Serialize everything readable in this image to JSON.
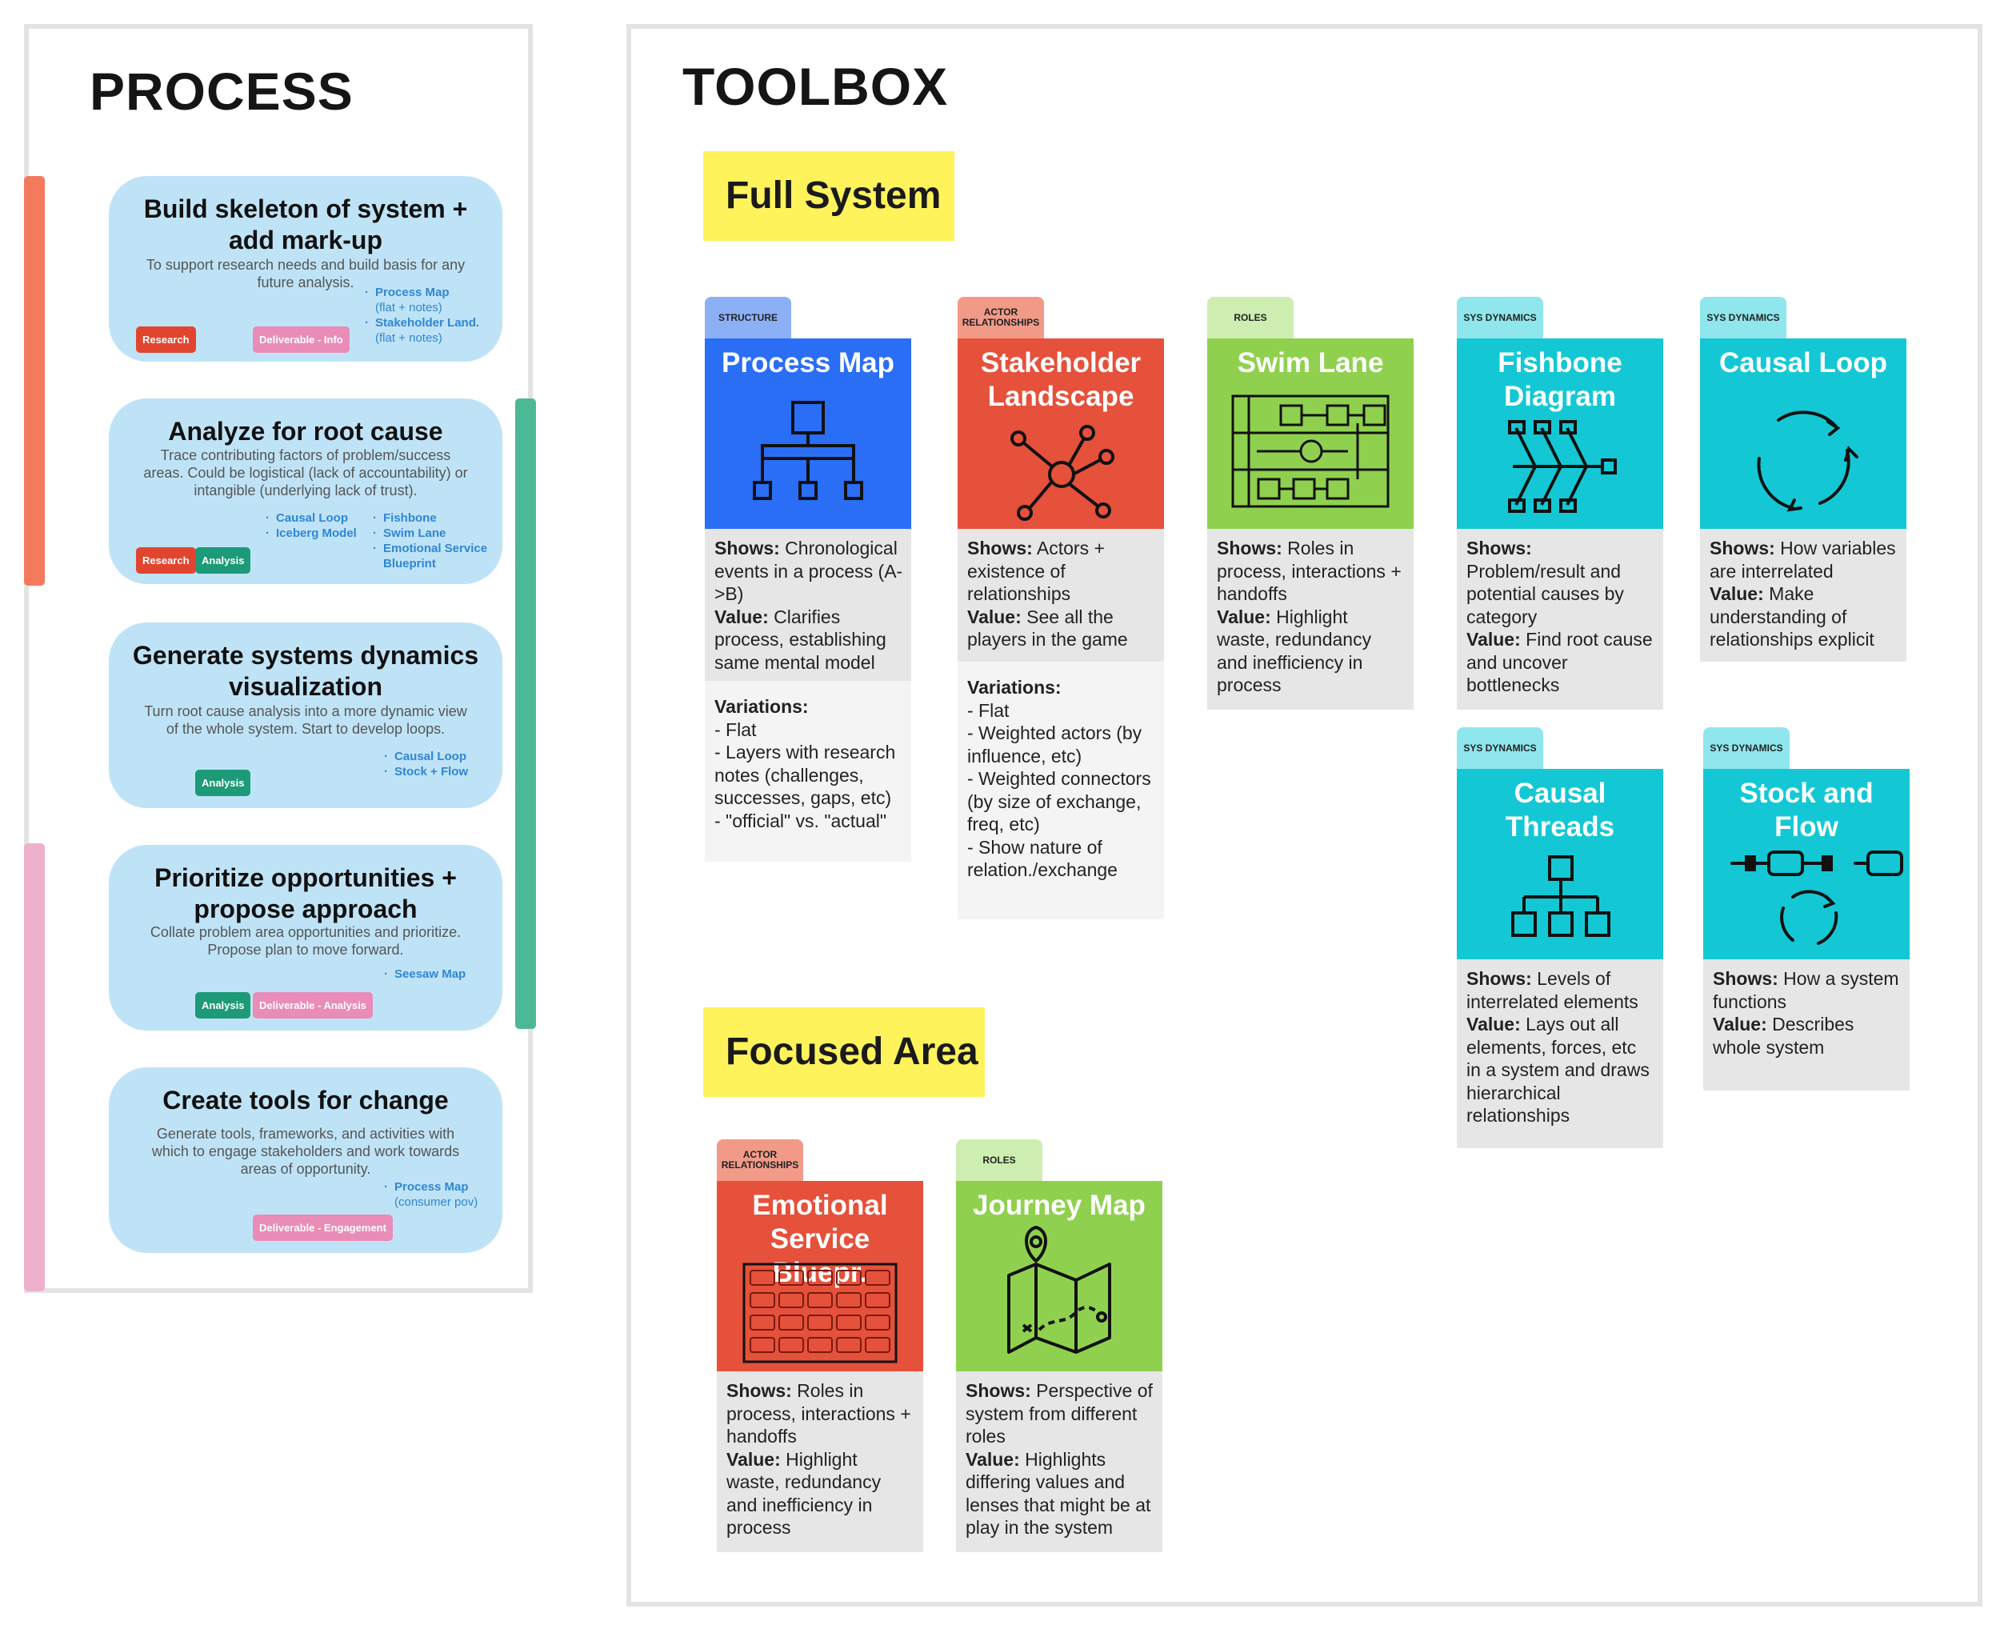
{
  "process": {
    "title": "PROCESS",
    "steps": [
      {
        "title": "Build skeleton of system + add mark-up",
        "desc": "To support research needs and build basis for any future analysis.",
        "links": [
          {
            "name": "Process Map",
            "note": "(flat + notes)"
          },
          {
            "name": "Stakeholder Land.",
            "note": "(flat + notes)"
          }
        ],
        "tags": [
          "Research",
          "Deliverable - Info"
        ]
      },
      {
        "title": "Analyze for root cause",
        "desc": "Trace contributing factors of problem/success areas. Could be logistical (lack of accountability) or intangible (underlying lack of trust).",
        "links_left": [
          "Causal Loop",
          "Iceberg Model"
        ],
        "links_right": [
          "Fishbone",
          "Swim Lane",
          "Emotional Service Blueprint"
        ],
        "tags": [
          "Research",
          "Analysis"
        ]
      },
      {
        "title": "Generate systems dynamics visualization",
        "desc": "Turn root cause analysis into a more dynamic view of the whole system. Start to develop loops.",
        "links": [
          "Causal Loop",
          "Stock + Flow"
        ],
        "tags": [
          "Analysis"
        ]
      },
      {
        "title": "Prioritize opportunities + propose approach",
        "desc": "Collate problem area opportunities and prioritize. Propose plan to move forward.",
        "links": [
          "Seesaw Map"
        ],
        "tags": [
          "Analysis",
          "Deliverable - Analysis"
        ]
      },
      {
        "title": "Create tools for change",
        "desc": "Generate tools, frameworks, and activities with which to engage stakeholders and work towards areas of opportunity.",
        "links": [
          {
            "name": "Process Map",
            "note": "(consumer pov)"
          }
        ],
        "tags": [
          "Deliverable - Engagement"
        ]
      }
    ]
  },
  "toolbox": {
    "title": "TOOLBOX",
    "sections": {
      "full": "Full System",
      "focused": "Focused Area"
    },
    "labels": {
      "shows": "Shows:",
      "value": "Value:",
      "variations": "Variations:"
    },
    "cards": {
      "process_map": {
        "category": "STRUCTURE",
        "title": "Process Map",
        "shows": "Chronological events in a process (A->B)",
        "value": "Clarifies process, establishing same mental model",
        "variations": [
          "- Flat",
          "- Layers with research notes (challenges, successes, gaps, etc)",
          "- \"official\" vs. \"actual\""
        ],
        "icon": "org-chart-icon"
      },
      "stakeholder": {
        "category": "ACTOR RELATIONSHIPS",
        "title": "Stakeholder Landscape",
        "shows": "Actors + existence of relationships",
        "value": "See all the players in the game",
        "variations": [
          "- Flat",
          "- Weighted actors (by influence, etc)",
          "- Weighted connectors (by size of exchange, freq, etc)",
          "- Show nature of relation./exchange"
        ],
        "icon": "hub-network-icon"
      },
      "swim_lane": {
        "category": "ROLES",
        "title": "Swim Lane",
        "shows": "Roles in process, interactions + handoffs",
        "value": "Highlight waste, redundancy and inefficiency in process",
        "icon": "swim-lane-icon"
      },
      "fishbone": {
        "category": "SYS DYNAMICS",
        "title": "Fishbone Diagram",
        "shows": "Problem/result and potential causes by category",
        "value": "Find root cause and uncover bottlenecks",
        "icon": "fishbone-icon"
      },
      "causal_loop": {
        "category": "SYS DYNAMICS",
        "title": "Causal Loop",
        "shows": "How variables are interrelated",
        "value": "Make understanding of relationships explicit",
        "icon": "cycle-arrows-icon"
      },
      "causal_threads": {
        "category": "SYS DYNAMICS",
        "title": "Causal Threads",
        "shows": "Levels of interrelated elements",
        "value": "Lays out all elements, forces, etc in a system and draws hierarchical relationships",
        "icon": "hierarchy-icon"
      },
      "stock_flow": {
        "category": "SYS DYNAMICS",
        "title": "Stock and Flow",
        "shows": "How a system functions",
        "value": "Describes whole system",
        "icon": "stock-flow-icon"
      },
      "emotional": {
        "category": "ACTOR RELATIONSHIPS",
        "title": "Emotional Service Bluepr.",
        "shows": "Roles in process, interactions + handoffs",
        "value": "Highlight waste, redundancy and inefficiency in process",
        "icon": "blueprint-grid-icon"
      },
      "journey": {
        "category": "ROLES",
        "title": "Journey Map",
        "shows": "Perspective of system from different roles",
        "value": "Highlights differing values and lenses that might be at play in the system",
        "icon": "map-pin-icon"
      }
    }
  },
  "colors": {
    "step_fill": "#bfe3f6",
    "research_bar": "#f47a5e",
    "analysis_bar": "#4db895",
    "deliverable_bar": "#eeb0cc",
    "structure": "#2a6ef5",
    "actor": "#e5513a",
    "roles": "#8fd14f",
    "sys_dynamics": "#13c8d4",
    "section_highlight": "#fff35c"
  }
}
